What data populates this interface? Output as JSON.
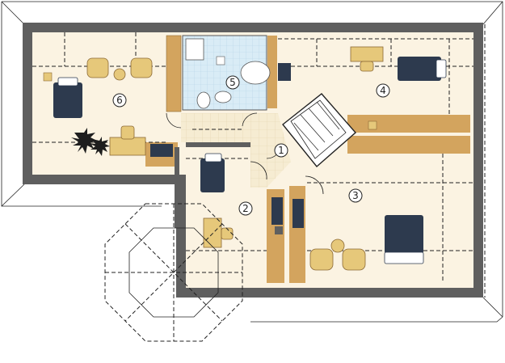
{
  "rooms": [
    {
      "label": "6"
    },
    {
      "label": "5"
    },
    {
      "label": "4"
    },
    {
      "label": "1"
    },
    {
      "label": "2"
    },
    {
      "label": "3"
    }
  ],
  "colors": {
    "wall": "#5f5f5f",
    "floor": "#fbf3e2",
    "wood": "#d3a45e",
    "bath_tile": "#d9ecf6",
    "hall_tile": "#f6ecd2",
    "bed": "#2d3a4e",
    "chair": "#e6c87a",
    "plant": "#1e1e1e"
  }
}
